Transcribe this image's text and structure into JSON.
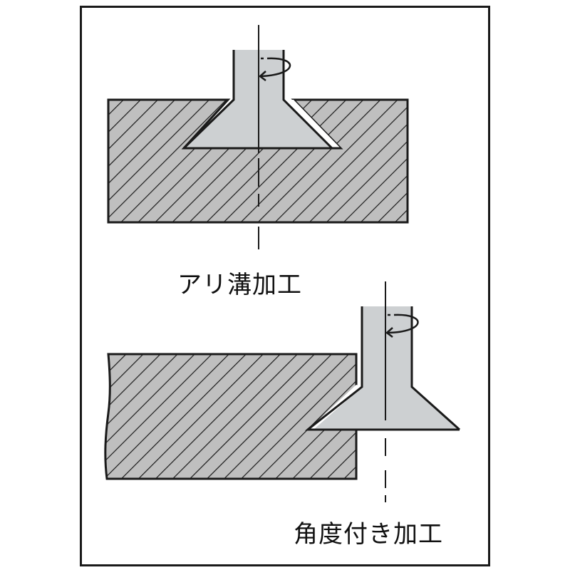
{
  "figure": {
    "panels": [
      {
        "id": "dovetail",
        "label": "アリ溝加工"
      },
      {
        "id": "angled",
        "label": "角度付き加工"
      }
    ],
    "colors": {
      "frame": "#1a1a1a",
      "workpiece_fill": "#bfbfbf",
      "hatch_line": "#1a1a1a",
      "cutter_fill": "#cdd0d2",
      "outline": "#1a1a1a",
      "background": "#ffffff"
    }
  }
}
